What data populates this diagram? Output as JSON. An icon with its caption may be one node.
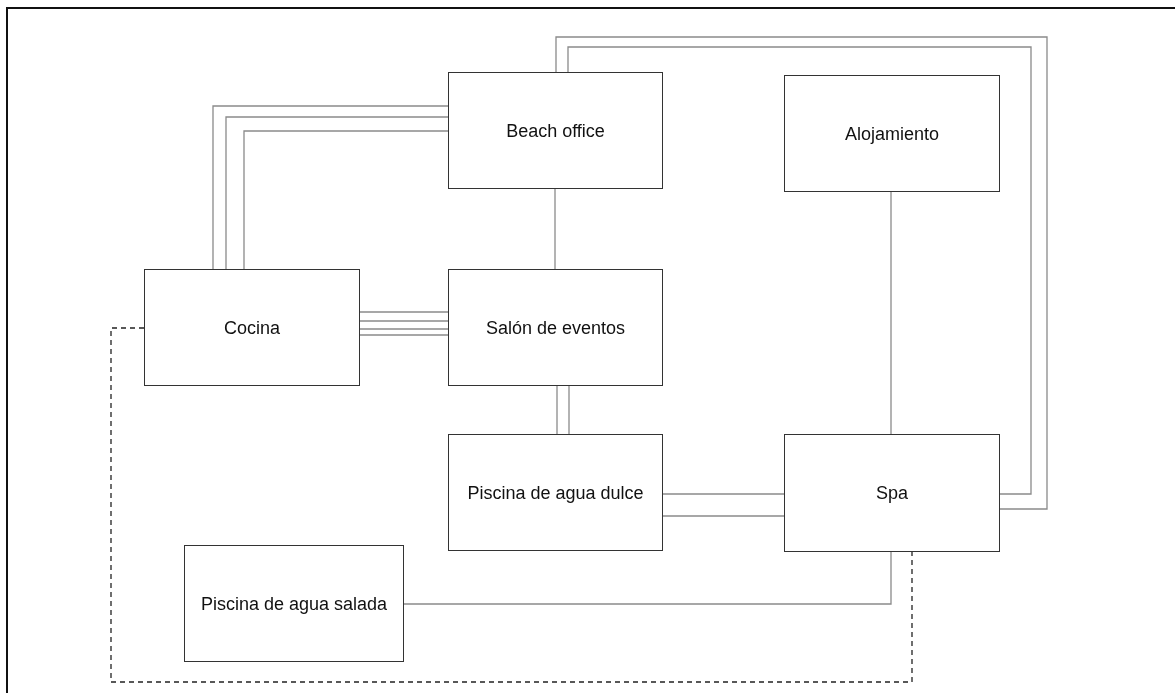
{
  "diagram": {
    "nodes": [
      {
        "text": [
          "Beach office"
        ]
      },
      {
        "text": [
          "Alojamiento"
        ]
      },
      {
        "text": [
          "Cocina"
        ]
      },
      {
        "text": [
          "Salón de eventos"
        ]
      },
      {
        "text": [
          "Piscina de agua dulce"
        ]
      },
      {
        "text": [
          "Spa"
        ]
      },
      {
        "text": [
          "Piscina de agua salada"
        ]
      }
    ],
    "edges": [
      {
        "from": 2,
        "to": 0,
        "arrow": "none"
      },
      {
        "from": 2,
        "to": 0,
        "arrow": "none"
      },
      {
        "from": 2,
        "to": 0,
        "arrow": "none"
      },
      {
        "from": 2,
        "to": 3,
        "arrow": "none"
      },
      {
        "from": 2,
        "to": 3,
        "arrow": "none"
      },
      {
        "from": 2,
        "to": 3,
        "arrow": "none"
      },
      {
        "from": 2,
        "to": 3,
        "arrow": "none"
      },
      {
        "from": 0,
        "to": 3,
        "arrow": "none"
      },
      {
        "from": 3,
        "to": 4,
        "arrow": "none"
      },
      {
        "from": 3,
        "to": 4,
        "arrow": "none"
      },
      {
        "from": 4,
        "to": 5,
        "arrow": "none"
      },
      {
        "from": 4,
        "to": 5,
        "arrow": "none"
      },
      {
        "from": 5,
        "to": 0,
        "arrow": "none"
      },
      {
        "from": 5,
        "to": 0,
        "arrow": "none"
      },
      {
        "from": 1,
        "to": 5,
        "arrow": "none"
      },
      {
        "from": 6,
        "to": 5,
        "arrow": "none"
      },
      {
        "from": 2,
        "to": 5,
        "arrow": "none",
        "style": "dashed",
        "color": "#222222"
      }
    ]
  }
}
